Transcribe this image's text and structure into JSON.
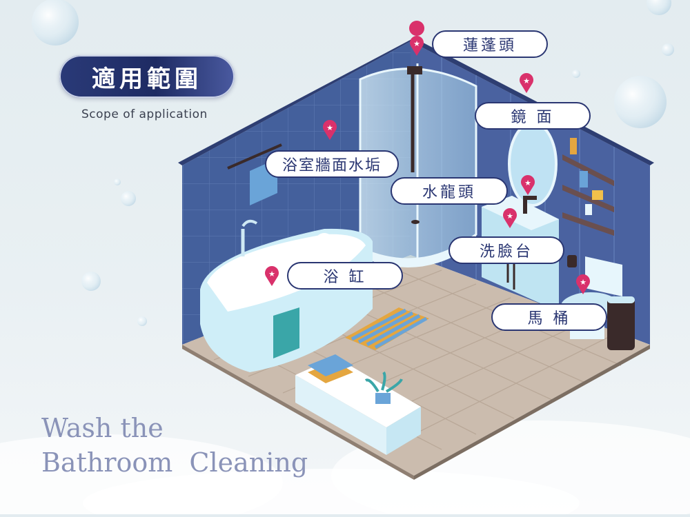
{
  "header": {
    "title": "適用範圍",
    "subtitle": "Scope of application"
  },
  "tagline": {
    "line1": "Wash the",
    "line2": "Bathroom  Cleaning"
  },
  "labels": {
    "shower_head": "蓮蓬頭",
    "mirror": "鏡 面",
    "wall": "浴室牆面水垢",
    "faucet": "水龍頭",
    "sink": "洗臉台",
    "bathtub": "浴 缸",
    "toilet": "馬 桶"
  },
  "colors": {
    "navy": "#2a3672",
    "pin": "#d9316b",
    "wall_tile": "#3f5894",
    "floor": "#c9b9ad"
  },
  "icons": [
    "map-pin-star-icon"
  ]
}
